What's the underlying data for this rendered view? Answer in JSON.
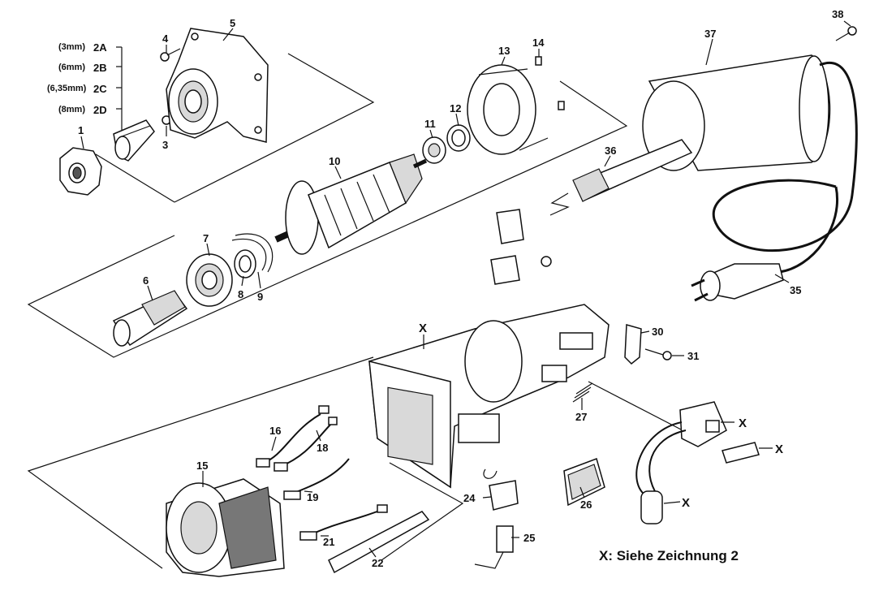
{
  "labels": {
    "p1": "1",
    "p2A": "2A",
    "p2A_size": "(3mm)",
    "p2B": "2B",
    "p2B_size": "(6mm)",
    "p2C": "2C",
    "p2C_size": "(6,35mm)",
    "p2D": "2D",
    "p2D_size": "(8mm)",
    "p3": "3",
    "p4": "4",
    "p5": "5",
    "p6": "6",
    "p7": "7",
    "p8": "8",
    "p9": "9",
    "p10": "10",
    "p11": "11",
    "p12": "12",
    "p13": "13",
    "p14": "14",
    "p15": "15",
    "p16": "16",
    "p18": "18",
    "p19": "19",
    "p21": "21",
    "p22": "22",
    "p24": "24",
    "p25": "25",
    "p26": "26",
    "p27": "27",
    "p30": "30",
    "p31": "31",
    "p35": "35",
    "p36": "36",
    "p37": "37",
    "p38": "38",
    "x_housing": "X",
    "x_switch": "X",
    "x_clip": "X",
    "x_capacitor": "X"
  },
  "note": "X: Siehe Zeichnung 2"
}
